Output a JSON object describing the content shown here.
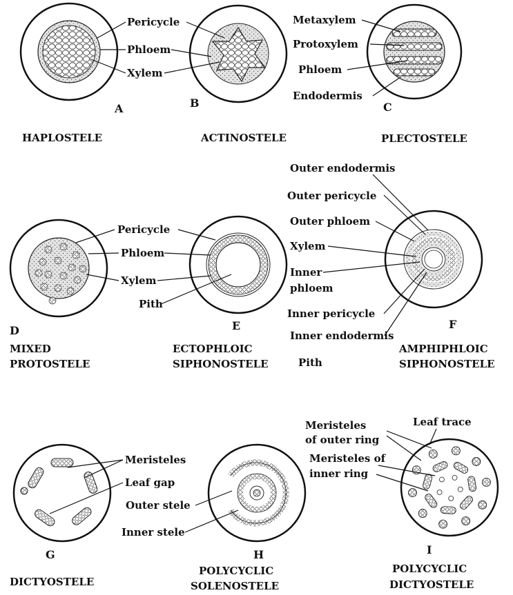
{
  "panels": {
    "A": {
      "letter": "A",
      "caption": [
        "HAPLOSTELE"
      ]
    },
    "B": {
      "letter": "B",
      "caption": [
        "ACTINOSTELE"
      ]
    },
    "C": {
      "letter": "C",
      "caption": [
        "PLECTOSTELE"
      ]
    },
    "D": {
      "letter": "D",
      "caption": [
        "MIXED",
        "PROTOSTELE"
      ]
    },
    "E": {
      "letter": "E",
      "caption": [
        "ECTOPHLOIC",
        "SIPHONOSTELE"
      ]
    },
    "F": {
      "letter": "F",
      "caption": [
        "AMPHIPHLOIC",
        "SIPHONOSTELE"
      ]
    },
    "G": {
      "letter": "G",
      "caption": [
        "DICTYOSTELE"
      ]
    },
    "H": {
      "letter": "H",
      "caption": [
        "POLYCYCLIC",
        "SOLENOSTELE"
      ]
    },
    "I": {
      "letter": "I",
      "caption": [
        "POLYCYCLIC",
        "DICTYOSTELE"
      ]
    }
  },
  "labels": {
    "ab": {
      "pericycle": "Pericycle",
      "phloem": "Phloem",
      "xylem": "Xylem"
    },
    "c": {
      "metaxylem": "Metaxylem",
      "protoxylem": "Protoxylem",
      "phloem": "Phloem",
      "endodermis": "Endodermis"
    },
    "de": {
      "pericycle": "Pericycle",
      "phloem": "Phloem",
      "xylem": "Xylem",
      "pith": "Pith"
    },
    "f": {
      "outer_endodermis": "Outer endodermis",
      "outer_pericycle": "Outer pericycle",
      "outer_phloem": "Outer phloem",
      "xylem": "Xylem",
      "inner_phloem_1": "Inner",
      "inner_phloem_2": "phloem",
      "inner_pericycle": "Inner pericycle",
      "inner_endodermis": "Inner endodermis",
      "pith": "Pith"
    },
    "g": {
      "meristeles": "Meristeles",
      "leaf_gap": "Leaf gap"
    },
    "h": {
      "outer_stele": "Outer stele",
      "inner_stele": "Inner stele"
    },
    "i": {
      "meristeles_outer_1": "Meristeles",
      "meristeles_outer_2": "of outer ring",
      "leaf_trace": "Leaf trace",
      "meristeles_inner_1": "Meristeles of",
      "meristeles_inner_2": "inner ring"
    }
  }
}
